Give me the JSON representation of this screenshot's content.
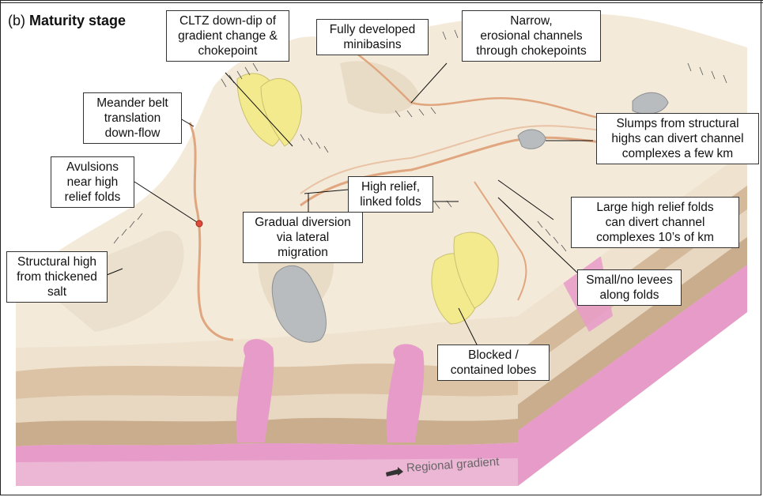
{
  "figure": {
    "panel_label": "(b)",
    "stage_title": "Maturity stage",
    "gradient_label": "Regional gradient"
  },
  "labels": {
    "cltz": [
      "CLTZ down-dip of",
      "gradient change &",
      "chokepoint"
    ],
    "minibasins": [
      "Fully developed",
      "minibasins"
    ],
    "channels": [
      "Narrow,",
      "erosional channels",
      "through chokepoints"
    ],
    "meander": [
      "Meander belt",
      "translation",
      "down-flow"
    ],
    "slumps": [
      "Slumps from structural",
      "highs can divert channel",
      "complexes a few km"
    ],
    "avulsions": [
      "Avulsions",
      "near high",
      "relief folds"
    ],
    "high_relief": [
      "High relief,",
      "linked folds"
    ],
    "large_folds": [
      "Large high relief folds",
      "can divert channel",
      "complexes 10’s of km"
    ],
    "gradual": [
      "Gradual diversion",
      "via lateral",
      "migration"
    ],
    "structural": [
      "Structural high",
      "from thickened",
      "salt"
    ],
    "levees": [
      "Small/no levees",
      "along folds"
    ],
    "blocked": [
      "Blocked /",
      "contained lobes"
    ]
  },
  "colors": {
    "surface": "#f4ead9",
    "salt": "#e79bc9",
    "layer_light": "#efe2cf",
    "layer_mid": "#dcc3a6",
    "layer_dark": "#c9ad8c",
    "lobe": "#f3ea8e",
    "slump": "#b9bcbe",
    "channel": "#e0a67f"
  }
}
